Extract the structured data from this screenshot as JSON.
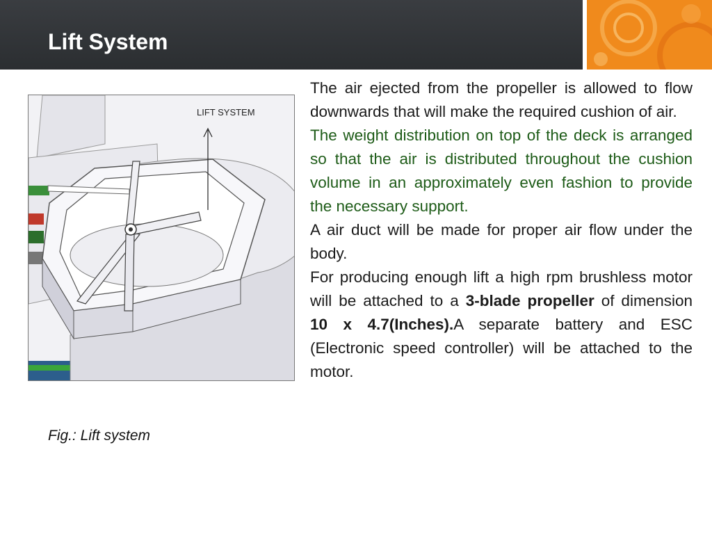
{
  "slide": {
    "title": "Lift System",
    "figure_label": "LIFT SYSTEM",
    "caption": "Fig.: Lift system"
  },
  "body": {
    "p1": " The air ejected from the propeller is allowed to flow downwards that will make the required cushion of air.",
    "p2": "The weight distribution on top of the deck is arranged so that the air is distributed throughout the cushion volume in an approximately even fashion to provide the necessary support.",
    "p3": "A air duct will be made for proper air flow under the body.",
    "p4_a": "For producing enough lift a high rpm brushless motor will be attached to a ",
    "p4_b": "3-blade propeller",
    "p4_c": " of dimension ",
    "p4_d": "10 x 4.7(Inches).",
    "p4_e": "A separate battery and ESC (Electronic speed controller) will be attached to the motor."
  },
  "colors": {
    "header": "#2f3235",
    "accent": "#f08a1c",
    "green_text": "#1d5b17"
  }
}
